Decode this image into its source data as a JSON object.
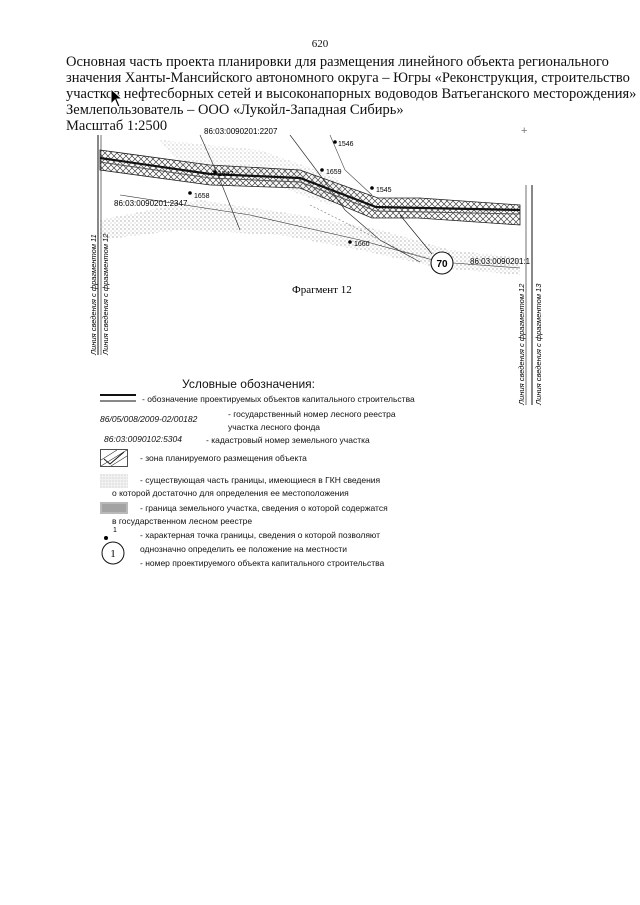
{
  "page_number": "620",
  "heading": {
    "line1": "Основная часть проекта планировки для размещения линейного объекта регионального",
    "line2": "значения Ханты-Мансийского автономного округа – Югры «Реконструкция, строительство",
    "line3": "участков нефтесборных сетей и высоконапорных водоводов Ватьеганского месторождения»",
    "line4": "Землепользователь – ООО «Лукойл-Западная Сибирь»",
    "line5": "Масштаб 1:2500"
  },
  "map": {
    "cadastral_top": "86:03:0090201:2207",
    "cadastral_left": "86:03:0090201:2347",
    "cadastral_right": "86:03:0090201:1",
    "points": [
      "1546",
      "1547",
      "1659",
      "1658",
      "1545",
      "1660"
    ],
    "object_number": "70",
    "fragment_title": "Фрагмент 12",
    "line_left_1": "Линия сведения с фрагментом 11",
    "line_left_2": "Линия сведения с фрагментом 12",
    "line_right_1": "Линия сведения с фрагментом 12",
    "line_right_2": "Линия сведения с фрагментом 13"
  },
  "legend": {
    "title": "Условные обозначения:",
    "item1": "- обозначение проектируемых объектов капитального строительства",
    "item2_sample": "86/05/008/2009-02/00182",
    "item2_a": "- государственный номер лесного реестра",
    "item2_b": "участка лесного фонда",
    "item3_sample": "86:03:0090102:5304",
    "item3": "- кадастровый номер земельного участка",
    "item4": "- зона планируемого размещения объекта",
    "item5_a": "- существующая часть границы, имеющиеся в ГКН сведения",
    "item5_b": "о которой достаточно для определения ее местоположения",
    "item6_a": "- граница земельного участка, сведения о которой содержатся",
    "item6_b": "в государственном лесном реестре",
    "item7_a": "- характерная точка границы, сведения о которой позволяют",
    "item7_b": "однозначно определить ее положение на местности",
    "item8_sample": "1",
    "item8": "- номер проектируемого объекта капитального строительства"
  }
}
